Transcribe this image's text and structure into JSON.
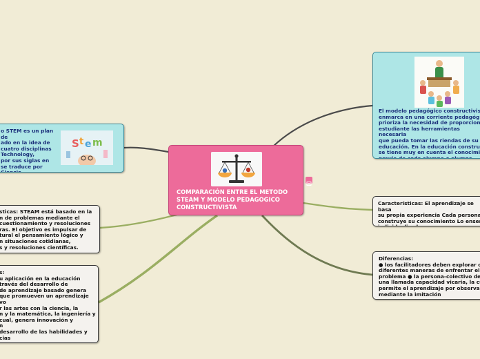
{
  "center": {
    "title": "COMPARACIÓN ENTRE EL METODO\nSTEAM Y MODELO PEDAGOGICO\nCONSTRUCTIVISTA",
    "image_icon": "balance-scale-icon"
  },
  "nodes": {
    "stem_definition": {
      "text": "o STEM es un plan de\nado en la idea de\ncuatro disciplinas\nTechnology,\npor sus siglas en\nse traduce por Ciencia,\na y Matemáticas.",
      "image_icon": "stem-picture-icon"
    },
    "stem_characteristics": {
      "text": "sticas: STEAM está basado en la\nn de problemas mediante el\ncuestionamiento y resoluciones\nras. El objetivo es impulsar de\ntural el pensamiento lógico y\nn situaciones cotidianas,\ns y resoluciones científicas."
    },
    "stem_differences": {
      "text": "s:\nu aplicación en la educación\n través del desarrollo de\nde aprendizaje basado genera\nque promueven un aprendizaje\nvo\nr las artes con la ciencia, la\nn y la matemática, la ingeniería y\ncual, genera innovación y\nn\ndesarrollo de las habilidades y\ncias"
    },
    "constructivist_definition": {
      "text": "El modelo pedagógico constructivista\nenmarca en una corriente pedagógica\nprioriza la necesidad de proporcionar\nestudiante las herramientas necesaria\nque pueda tomar las riendas de su pr\neducación. En la educación constructi\nse tiene muy en cuenta el conocimien\nprevio de cada alumno o alumna.",
      "image_icon": "classroom-teacher-icon"
    },
    "constructivist_characteristics": {
      "text": "Características: El aprendizaje se basa\nsu propia experiencia Cada persona\nconstruye su conocimiento Lo enseña\nindividualizada"
    },
    "constructivist_differences": {
      "text": "Diferencias:\n● los facilitadores deben explorar con\ndiferentes maneras de enfrentar el m\nproblema ● la persona-colectivo desa\nuna llamada capacidad vicaria, la cua\npermite el aprendizaje por observació\nmediante la imitación"
    }
  },
  "icons": {
    "note": "note-icon"
  },
  "colors": {
    "background": "#f1ecd6",
    "center": "#ed6b9a",
    "cyan_node": "#aee6e6",
    "grey_node": "#f4f2ee",
    "left_connector": "#4b4b4b",
    "right_connector": "#9aae62"
  }
}
